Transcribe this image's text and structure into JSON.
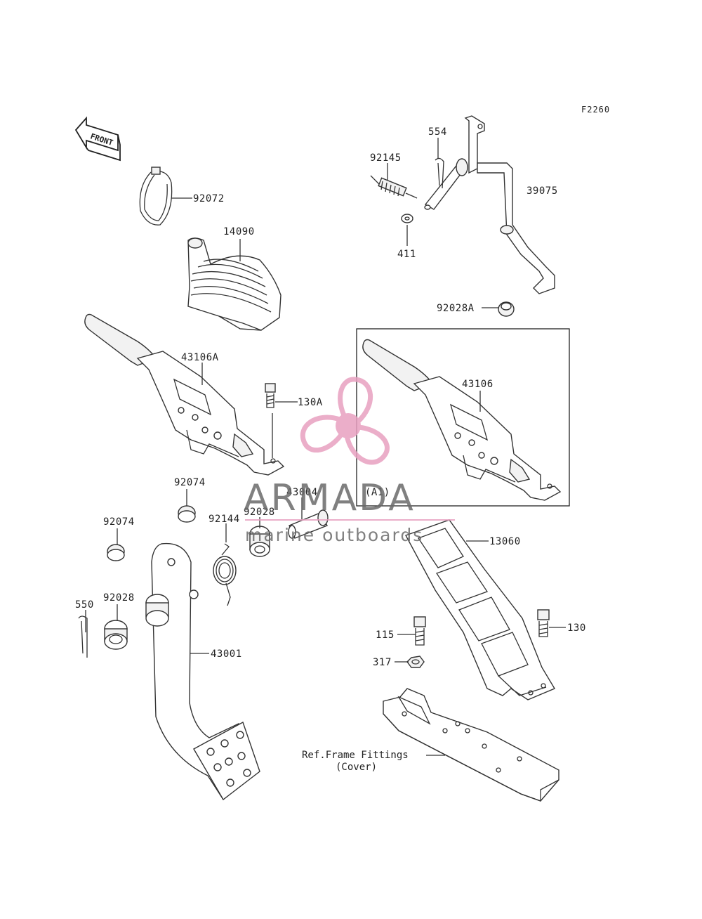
{
  "diagram_code": "F2260",
  "front_label": "FRONT",
  "parts": {
    "p554": "554",
    "p92145": "92145",
    "p39075": "39075",
    "p411": "411",
    "p92028A": "92028A",
    "p92072": "92072",
    "p14090": "14090",
    "p43106A": "43106A",
    "p130A": "130A",
    "p43106": "43106",
    "pA1": "(A1)",
    "p92074a": "92074",
    "p92074b": "92074",
    "p43004": "43004",
    "p92144": "92144",
    "p92028b": "92028",
    "p92028c": "92028",
    "p550": "550",
    "p43001": "43001",
    "p13060": "13060",
    "p115": "115",
    "p130": "130",
    "p317": "317"
  },
  "reference": {
    "line1": "Ref.Frame Fittings",
    "line2": "(Cover)"
  },
  "watermark": {
    "title": "ARMADA",
    "subtitle": "marine outboards",
    "accent_color": "#e8a0c0",
    "text_color": "#6a6a6a"
  }
}
